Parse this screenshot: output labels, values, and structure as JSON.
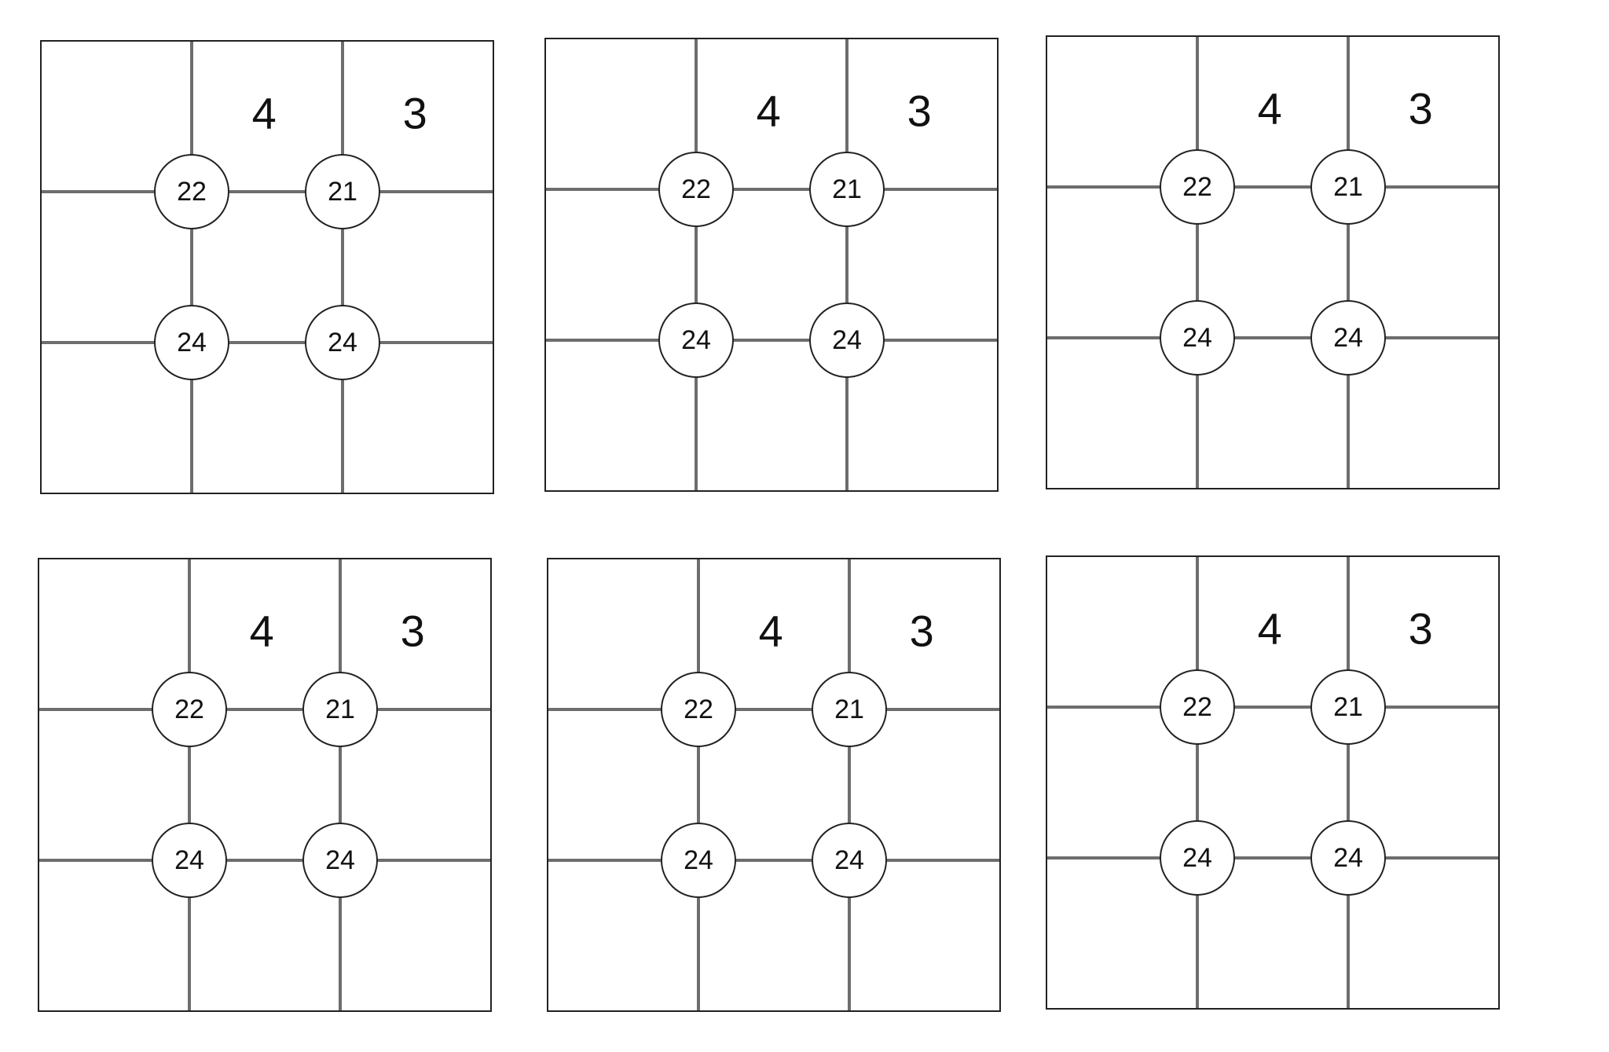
{
  "colors": {
    "grid_line": "#6d6d6d",
    "frame": "#222222",
    "node_fill": "#ffffff",
    "text": "#111111"
  },
  "panels": [
    {
      "cell_labels": [
        {
          "row": 0,
          "col": 1,
          "text": "4"
        },
        {
          "row": 0,
          "col": 2,
          "text": "3"
        }
      ],
      "nodes": [
        {
          "row": 1,
          "col": 1,
          "text": "22"
        },
        {
          "row": 1,
          "col": 2,
          "text": "21"
        },
        {
          "row": 2,
          "col": 1,
          "text": "24"
        },
        {
          "row": 2,
          "col": 2,
          "text": "24"
        }
      ]
    },
    {
      "cell_labels": [
        {
          "row": 0,
          "col": 1,
          "text": "4"
        },
        {
          "row": 0,
          "col": 2,
          "text": "3"
        }
      ],
      "nodes": [
        {
          "row": 1,
          "col": 1,
          "text": "22"
        },
        {
          "row": 1,
          "col": 2,
          "text": "21"
        },
        {
          "row": 2,
          "col": 1,
          "text": "24"
        },
        {
          "row": 2,
          "col": 2,
          "text": "24"
        }
      ]
    },
    {
      "cell_labels": [
        {
          "row": 0,
          "col": 1,
          "text": "4"
        },
        {
          "row": 0,
          "col": 2,
          "text": "3"
        }
      ],
      "nodes": [
        {
          "row": 1,
          "col": 1,
          "text": "22"
        },
        {
          "row": 1,
          "col": 2,
          "text": "21"
        },
        {
          "row": 2,
          "col": 1,
          "text": "24"
        },
        {
          "row": 2,
          "col": 2,
          "text": "24"
        }
      ]
    },
    {
      "cell_labels": [
        {
          "row": 0,
          "col": 1,
          "text": "4"
        },
        {
          "row": 0,
          "col": 2,
          "text": "3"
        }
      ],
      "nodes": [
        {
          "row": 1,
          "col": 1,
          "text": "22"
        },
        {
          "row": 1,
          "col": 2,
          "text": "21"
        },
        {
          "row": 2,
          "col": 1,
          "text": "24"
        },
        {
          "row": 2,
          "col": 2,
          "text": "24"
        }
      ]
    },
    {
      "cell_labels": [
        {
          "row": 0,
          "col": 1,
          "text": "4"
        },
        {
          "row": 0,
          "col": 2,
          "text": "3"
        }
      ],
      "nodes": [
        {
          "row": 1,
          "col": 1,
          "text": "22"
        },
        {
          "row": 1,
          "col": 2,
          "text": "21"
        },
        {
          "row": 2,
          "col": 1,
          "text": "24"
        },
        {
          "row": 2,
          "col": 2,
          "text": "24"
        }
      ]
    },
    {
      "cell_labels": [
        {
          "row": 0,
          "col": 1,
          "text": "4"
        },
        {
          "row": 0,
          "col": 2,
          "text": "3"
        }
      ],
      "nodes": [
        {
          "row": 1,
          "col": 1,
          "text": "22"
        },
        {
          "row": 1,
          "col": 2,
          "text": "21"
        },
        {
          "row": 2,
          "col": 1,
          "text": "24"
        },
        {
          "row": 2,
          "col": 2,
          "text": "24"
        }
      ]
    }
  ]
}
